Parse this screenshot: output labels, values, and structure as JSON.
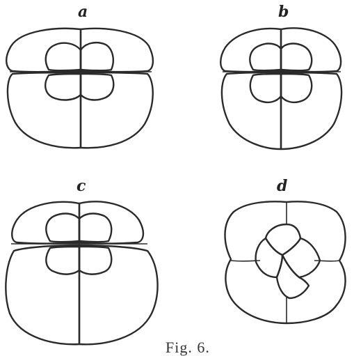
{
  "figure": {
    "panels": [
      {
        "label": "a"
      },
      {
        "label": "b"
      },
      {
        "label": "c"
      },
      {
        "label": "d"
      }
    ],
    "caption": "Fig. 6."
  }
}
